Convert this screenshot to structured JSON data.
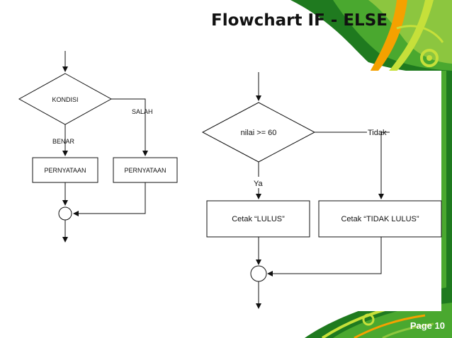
{
  "slide": {
    "title": "Flowchart IF - ELSE",
    "page_label": "Page 10",
    "theme_colors": {
      "dark_green": "#1f7a1f",
      "light_green": "#8cc63f",
      "lime": "#c6e03a",
      "orange": "#f5a100"
    }
  },
  "left_flowchart": {
    "decision": "KONDISI",
    "no_label": "SALAH",
    "yes_label": "BENAR",
    "yes_statement": "PERNYATAAN",
    "no_statement": "PERNYATAAN"
  },
  "right_flowchart": {
    "decision": "nilai >= 60",
    "no_label": "Tidak",
    "yes_label": "Ya",
    "yes_statement": "Cetak “LULUS”",
    "no_statement": "Cetak “TIDAK LULUS”"
  }
}
